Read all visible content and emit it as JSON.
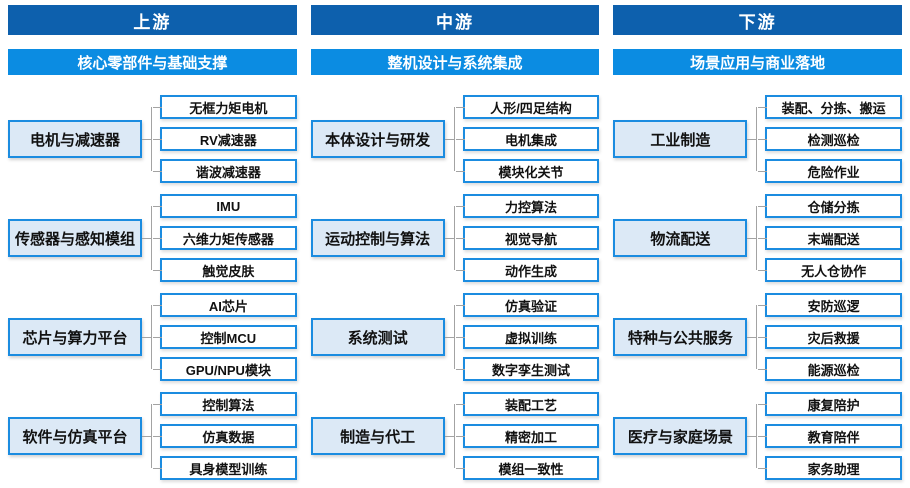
{
  "colors": {
    "header_bg": "#0d60ad",
    "subtitle_bg": "#0b8ce2",
    "box_border": "#1b8ce0",
    "category_fill": "#dce9f6",
    "connector_line": "#a3a3a3",
    "header_text": "#ffffff",
    "body_text": "#111111"
  },
  "columns": [
    {
      "header": "上游",
      "subtitle": "核心零部件与基础支撑",
      "groups": [
        {
          "label": "电机与减速器",
          "items": [
            "无框力矩电机",
            "RV减速器",
            "谐波减速器"
          ]
        },
        {
          "label": "传感器与感知模组",
          "items": [
            "IMU",
            "六维力矩传感器",
            "触觉皮肤"
          ]
        },
        {
          "label": "芯片与算力平台",
          "items": [
            "AI芯片",
            "控制MCU",
            "GPU/NPU模块"
          ]
        },
        {
          "label": "软件与仿真平台",
          "items": [
            "控制算法",
            "仿真数据",
            "具身模型训练"
          ]
        }
      ]
    },
    {
      "header": "中游",
      "subtitle": "整机设计与系统集成",
      "groups": [
        {
          "label": "本体设计与研发",
          "items": [
            "人形/四足结构",
            "电机集成",
            "模块化关节"
          ]
        },
        {
          "label": "运动控制与算法",
          "items": [
            "力控算法",
            "视觉导航",
            "动作生成"
          ]
        },
        {
          "label": "系统测试",
          "items": [
            "仿真验证",
            "虚拟训练",
            "数字孪生测试"
          ]
        },
        {
          "label": "制造与代工",
          "items": [
            "装配工艺",
            "精密加工",
            "模组一致性"
          ]
        }
      ]
    },
    {
      "header": "下游",
      "subtitle": "场景应用与商业落地",
      "groups": [
        {
          "label": "工业制造",
          "items": [
            "装配、分拣、搬运",
            "检测巡检",
            "危险作业"
          ]
        },
        {
          "label": "物流配送",
          "items": [
            "仓储分拣",
            "末端配送",
            "无人仓协作"
          ]
        },
        {
          "label": "特种与公共服务",
          "items": [
            "安防巡逻",
            "灾后救援",
            "能源巡检"
          ]
        },
        {
          "label": "医疗与家庭场景",
          "items": [
            "康复陪护",
            "教育陪伴",
            "家务助理"
          ]
        }
      ]
    }
  ]
}
